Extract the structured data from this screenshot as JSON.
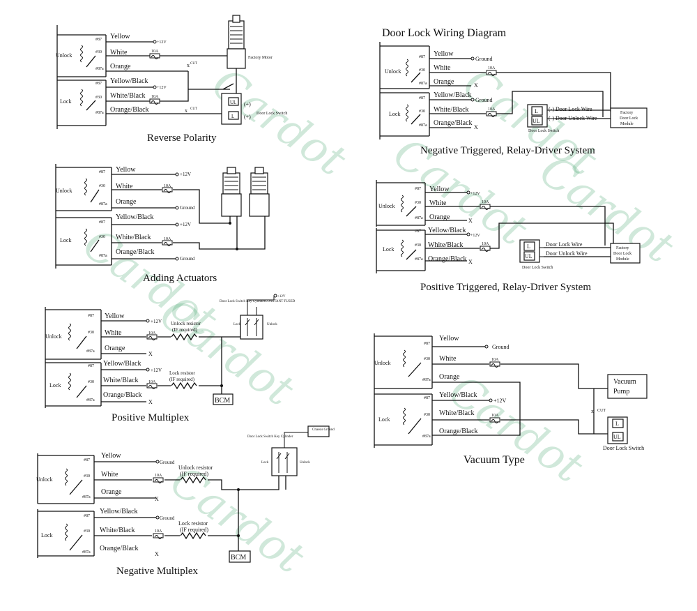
{
  "watermark": "Cardot",
  "relay_labels": {
    "pin87": "#87",
    "pin30": "#30",
    "pin87a": "#87a",
    "unlock": "Unlock",
    "lock": "Lock"
  },
  "common": {
    "yellow": "Yellow",
    "white": "White",
    "orange": "Orange",
    "yellow_black": "Yellow/Black",
    "white_black": "White/Black",
    "orange_black": "Orange/Black",
    "fuse": "10A",
    "plus12v": "+12V",
    "ground": "Ground",
    "x": "X",
    "cut": "CUT",
    "ul": "UL",
    "l": "L",
    "plus": "(+)",
    "bcm": "BCM",
    "unlock_resistor": "Unlock resistor",
    "lock_resistor": "Lock resistor",
    "if_required": "(IF required)",
    "switch_cylinder": "Door Lock Switch Key Cylinder",
    "lock_lbl": "Lock",
    "unlock_lbl": "Unlock"
  },
  "diagrams": {
    "reverse": {
      "title": "Reverse Polarity",
      "motor": "Factory Motor",
      "switch": "Door Lock Switch"
    },
    "actuators": {
      "title": "Adding Actuators"
    },
    "posmux": {
      "title": "Positive Multiplex",
      "const": "+12V",
      "const_fused": "CONSTANT FUSED"
    },
    "negmux": {
      "title": "Negative Multiplex",
      "chassis": "Chassis Ground"
    },
    "doorlock": {
      "heading": "Door Lock Wiring Diagram",
      "title": "Negative Triggered, Relay-Driver System",
      "neg_lock": "(-) Door Lock Wire",
      "neg_unlock": "(-) Door Unlock Wire",
      "switch": "Door Lock Switch",
      "module_l1": "Factory",
      "module_l2": "Door Lock",
      "module_l3": "Module"
    },
    "positive": {
      "title": "Positive Triggered, Relay-Driver System",
      "lock_wire": "Door Lock Wire",
      "unlock_wire": "Door Unlock Wire",
      "switch": "Door Lock Switch",
      "module_l1": "Factory",
      "module_l2": "Door Lock",
      "module_l3": "Module"
    },
    "vacuum": {
      "title": "Vacuum Type",
      "pump1": "Vacuum",
      "pump2": "Pump",
      "switch": "Door Lock Switch"
    }
  }
}
